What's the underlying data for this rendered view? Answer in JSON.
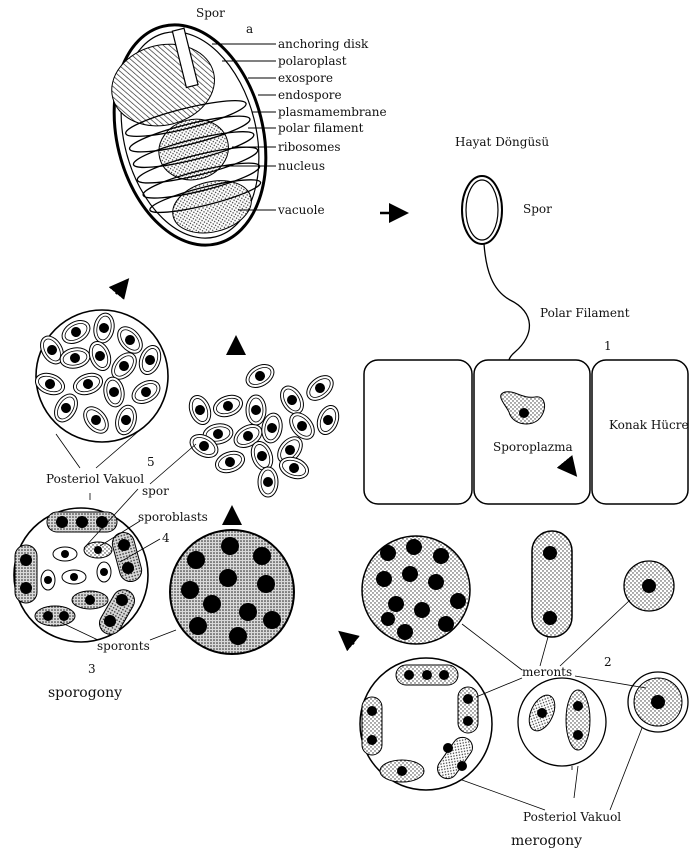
{
  "spore_diagram": {
    "title": "Spor",
    "panel_letter": "a",
    "labels": [
      "anchoring disk",
      "polaroplast",
      "exospore",
      "endospore",
      "plasmamembrane",
      "polar filament",
      "ribosomes",
      "nucleus",
      "vacuole"
    ]
  },
  "life_cycle": {
    "title": "Hayat Döngüsü",
    "spore_label": "Spor",
    "polar_filament_label": "Polar Filament",
    "step1": "1",
    "sporoplasm_label": "Sporoplazma",
    "host_cell_label": "Konak Hücre",
    "step2": "2",
    "meronts_label": "meronts",
    "posterior_vacuole_label_right": "Posteriol Vakuol",
    "merogony_label": "merogony",
    "step3": "3",
    "sporogony_label": "sporogony",
    "sporonts_label": "sporonts",
    "sporoblasts_label": "sporoblasts",
    "step4": "4",
    "spor_label_small": "spor",
    "step5": "5",
    "posterior_vacuole_label_left": "Posteriol Vakuol"
  }
}
